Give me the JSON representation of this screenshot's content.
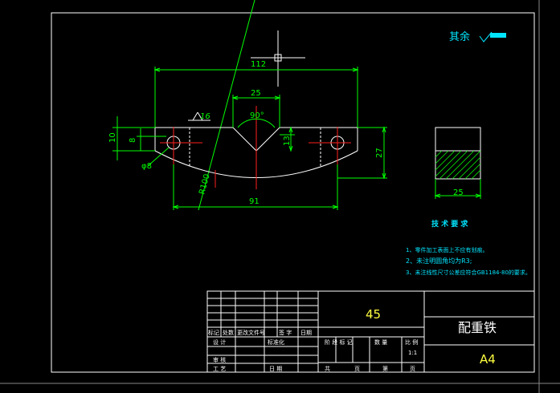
{
  "roughness": {
    "label": "其余"
  },
  "dims": {
    "d112": "112",
    "d25": "25",
    "d90": "90°",
    "d16": "16",
    "d10": "10",
    "d8": "8",
    "d13": "13",
    "d27": "27",
    "d91": "91",
    "dphi8": "φ8",
    "dR": "R100",
    "d25b": "25"
  },
  "tech": {
    "title": "技 术 要 求",
    "items": [
      "1、零件加工表面上不应有划痕。",
      "2、未注明圆角均为R3;",
      "3、未注线性尺寸公差应符合GB1184-80的要求。"
    ]
  },
  "titleblock": {
    "material": "45",
    "part_name": "配重铁",
    "sheet_size": "A4",
    "row_labels": [
      "标记",
      "处数",
      "更改文件号",
      "签 字",
      "日期"
    ],
    "design": "设 计",
    "standard": "标准化",
    "review": "审 核",
    "process": "工 艺",
    "date": "日 期",
    "stage": "阶 段 标 记",
    "qty": "数 量",
    "ratio": "比 例",
    "ratio_val": "1:1",
    "sheets": "共",
    "sheet_of": "页",
    "sheet_no": "第",
    "sheet_no2": "页"
  }
}
